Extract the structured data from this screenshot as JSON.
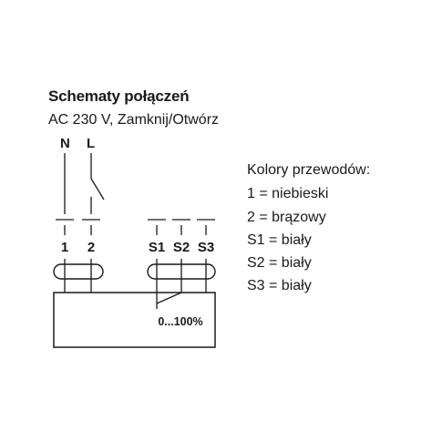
{
  "title": "Schematy połączeń",
  "subtitle": "AC 230 V, Zamknij/Otwórz",
  "supply_labels": {
    "n": "N",
    "l": "L"
  },
  "terminals": [
    {
      "id": "1",
      "label": "1"
    },
    {
      "id": "2",
      "label": "2"
    },
    {
      "id": "s1",
      "label": "S1"
    },
    {
      "id": "s2",
      "label": "S2"
    },
    {
      "id": "s3",
      "label": "S3"
    }
  ],
  "position_label": "0...100%",
  "legend": {
    "heading": "Kolory przewodów:",
    "items": [
      "1 = niebieski",
      "2 = brązowy",
      "S1 = biały",
      "S2 = biały",
      "S3 = biały"
    ]
  },
  "colors": {
    "line": "#1a1a1a",
    "background": "#ffffff"
  }
}
